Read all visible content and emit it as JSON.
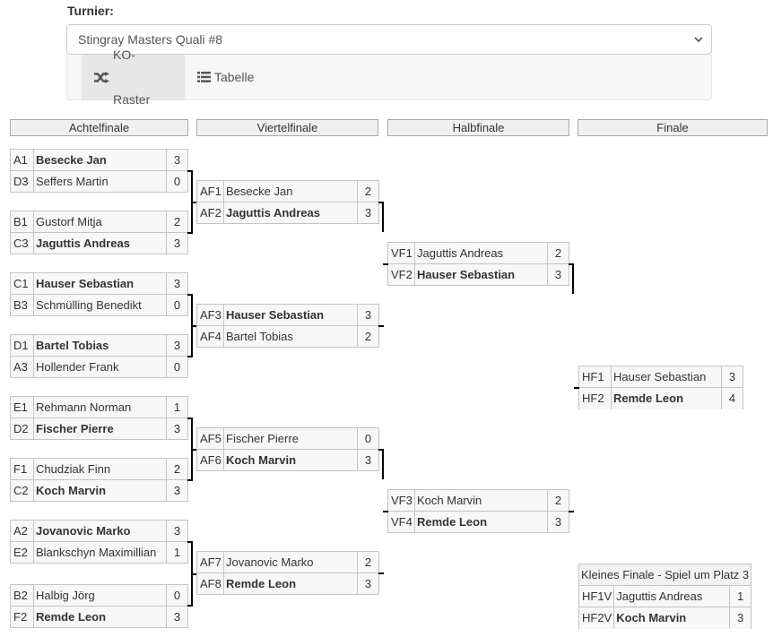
{
  "form": {
    "tournament_label": "Turnier:",
    "tournament_value": "Stingray Masters Quali #8"
  },
  "tabs": [
    {
      "label": "KO-Raster",
      "icon": "shuffle-icon",
      "active": true
    },
    {
      "label": "Tabelle",
      "icon": "list-icon",
      "active": false
    }
  ],
  "rounds": [
    {
      "label": "Achtelfinale"
    },
    {
      "label": "Viertelfinale"
    },
    {
      "label": "Halbfinale"
    },
    {
      "label": "Finale"
    }
  ],
  "achtelfinale": [
    {
      "p1": {
        "code": "A1",
        "name": "Besecke Jan",
        "score": "3",
        "win": true
      },
      "p2": {
        "code": "D3",
        "name": "Seffers Martin",
        "score": "0",
        "win": false
      }
    },
    {
      "p1": {
        "code": "B1",
        "name": "Gustorf Mitja",
        "score": "2",
        "win": false
      },
      "p2": {
        "code": "C3",
        "name": "Jaguttis Andreas",
        "score": "3",
        "win": true
      }
    },
    {
      "p1": {
        "code": "C1",
        "name": "Hauser Sebastian",
        "score": "3",
        "win": true
      },
      "p2": {
        "code": "B3",
        "name": "Schmülling Benedikt",
        "score": "0",
        "win": false
      }
    },
    {
      "p1": {
        "code": "D1",
        "name": "Bartel Tobias",
        "score": "3",
        "win": true
      },
      "p2": {
        "code": "A3",
        "name": "Hollender Frank",
        "score": "0",
        "win": false
      }
    },
    {
      "p1": {
        "code": "E1",
        "name": "Rehmann Norman",
        "score": "1",
        "win": false
      },
      "p2": {
        "code": "D2",
        "name": "Fischer Pierre",
        "score": "3",
        "win": true
      }
    },
    {
      "p1": {
        "code": "F1",
        "name": "Chudziak Finn",
        "score": "2",
        "win": false
      },
      "p2": {
        "code": "C2",
        "name": "Koch Marvin",
        "score": "3",
        "win": true
      }
    },
    {
      "p1": {
        "code": "A2",
        "name": "Jovanovic Marko",
        "score": "3",
        "win": true
      },
      "p2": {
        "code": "E2",
        "name": "Blankschyn Maximillian",
        "score": "1",
        "win": false
      }
    },
    {
      "p1": {
        "code": "B2",
        "name": "Halbig Jörg",
        "score": "0",
        "win": false
      },
      "p2": {
        "code": "F2",
        "name": "Remde Leon",
        "score": "3",
        "win": true
      }
    }
  ],
  "viertelfinale": [
    {
      "p1": {
        "code": "AF1",
        "name": "Besecke Jan",
        "score": "2",
        "win": false
      },
      "p2": {
        "code": "AF2",
        "name": "Jaguttis Andreas",
        "score": "3",
        "win": true
      }
    },
    {
      "p1": {
        "code": "AF3",
        "name": "Hauser Sebastian",
        "score": "3",
        "win": true
      },
      "p2": {
        "code": "AF4",
        "name": "Bartel Tobias",
        "score": "2",
        "win": false
      }
    },
    {
      "p1": {
        "code": "AF5",
        "name": "Fischer Pierre",
        "score": "0",
        "win": false
      },
      "p2": {
        "code": "AF6",
        "name": "Koch Marvin",
        "score": "3",
        "win": true
      }
    },
    {
      "p1": {
        "code": "AF7",
        "name": "Jovanovic Marko",
        "score": "2",
        "win": false
      },
      "p2": {
        "code": "AF8",
        "name": "Remde Leon",
        "score": "3",
        "win": true
      }
    }
  ],
  "halbfinale": [
    {
      "p1": {
        "code": "VF1",
        "name": "Jaguttis Andreas",
        "score": "2",
        "win": false
      },
      "p2": {
        "code": "VF2",
        "name": "Hauser Sebastian",
        "score": "3",
        "win": true
      }
    },
    {
      "p1": {
        "code": "VF3",
        "name": "Koch Marvin",
        "score": "2",
        "win": false
      },
      "p2": {
        "code": "VF4",
        "name": "Remde Leon",
        "score": "3",
        "win": true
      }
    }
  ],
  "finale": {
    "p1": {
      "code": "HF1",
      "name": "Hauser Sebastian",
      "score": "3",
      "win": false
    },
    "p2": {
      "code": "HF2",
      "name": "Remde Leon",
      "score": "4",
      "win": true
    }
  },
  "kleines_finale": {
    "caption": "Kleines Finale - Spiel um Platz 3",
    "p1": {
      "code": "HF1V",
      "name": "Jaguttis Andreas",
      "score": "1",
      "win": false
    },
    "p2": {
      "code": "HF2V",
      "name": "Koch Marvin",
      "score": "3",
      "win": true
    }
  }
}
